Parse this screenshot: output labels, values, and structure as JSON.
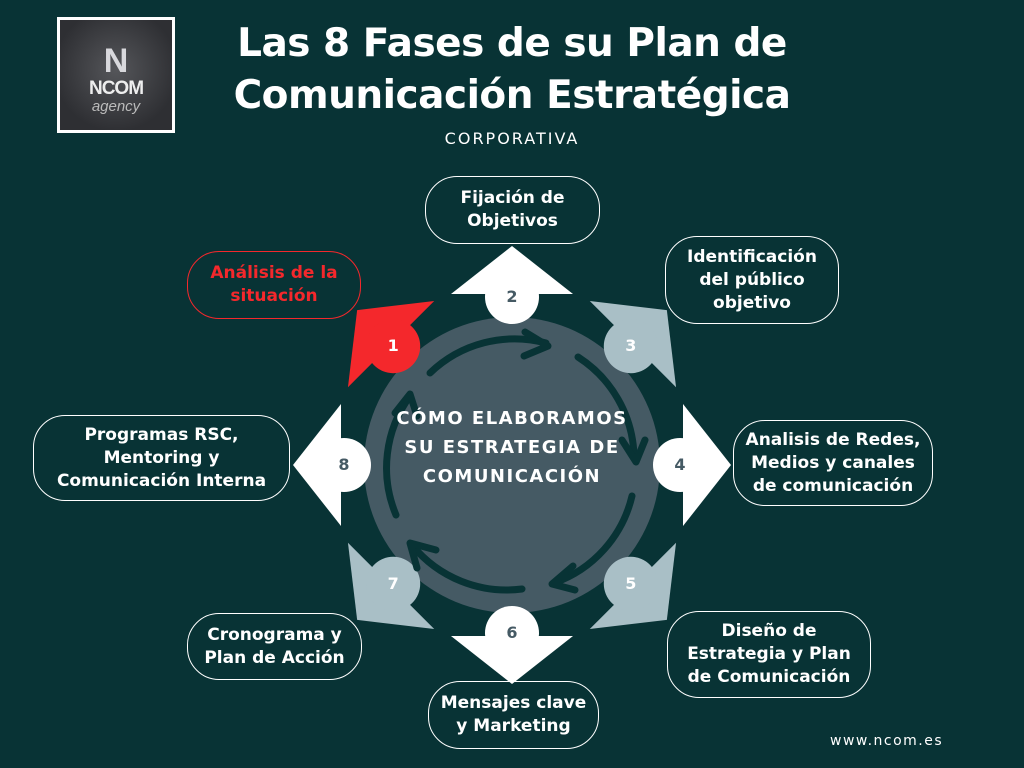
{
  "logo": {
    "letter": "N",
    "name": "NCOM",
    "tagline": "agency"
  },
  "header": {
    "title_line1": "Las 8 Fases de su Plan de",
    "title_line2": "Comunicación Estratégica",
    "subtitle": "CORPORATIVA"
  },
  "center": {
    "text": "CÓMO ELABORAMOS SU ESTRATEGIA DE COMUNICACIÓN"
  },
  "colors": {
    "background": "#083335",
    "hub": "#455a64",
    "highlight": "#f4282c",
    "light": "#a9bfc6",
    "white": "#ffffff"
  },
  "phases": [
    {
      "number": "1",
      "label": "Análisis de la situación",
      "fill": "#f4282c",
      "num_color": "#ffffff"
    },
    {
      "number": "2",
      "label": "Fijación de Objetivos",
      "fill": "#ffffff",
      "num_color": "#455a64"
    },
    {
      "number": "3",
      "label": "Identificación del público objetivo",
      "fill": "#a9bfc6",
      "num_color": "#ffffff"
    },
    {
      "number": "4",
      "label": "Analisis de Redes, Medios y canales de comunicación",
      "fill": "#ffffff",
      "num_color": "#455a64"
    },
    {
      "number": "5",
      "label": "Diseño de Estrategia y Plan de Comunicación",
      "fill": "#a9bfc6",
      "num_color": "#ffffff"
    },
    {
      "number": "6",
      "label": "Mensajes clave y Marketing",
      "fill": "#ffffff",
      "num_color": "#455a64"
    },
    {
      "number": "7",
      "label": "Cronograma y Plan de Acción",
      "fill": "#a9bfc6",
      "num_color": "#ffffff"
    },
    {
      "number": "8",
      "label": "Programas RSC, Mentoring y Comunicación Interna",
      "fill": "#ffffff",
      "num_color": "#455a64"
    }
  ],
  "footer": {
    "url": "www.ncom.es"
  }
}
